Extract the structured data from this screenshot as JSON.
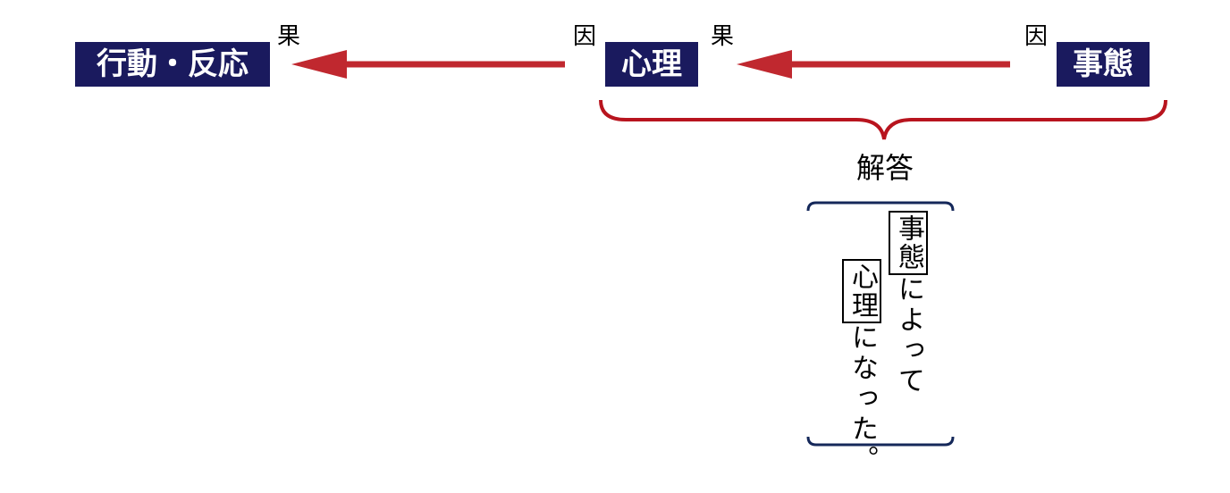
{
  "boxes": {
    "behavior": "行動・反応",
    "psychology": "心理",
    "situation": "事態"
  },
  "labels": {
    "effect_left": "果",
    "cause_left": "因",
    "effect_right": "果",
    "cause_right": "因"
  },
  "answer": {
    "title": "解答",
    "line1_box": "事態",
    "line1_text": "によって",
    "line2_box": "心理",
    "line2_text": "になった。"
  },
  "colors": {
    "box_fill": "#1a1a5e",
    "arrow": "#c0282f",
    "brace_red": "#b8141e",
    "bracket_navy": "#15285a"
  }
}
